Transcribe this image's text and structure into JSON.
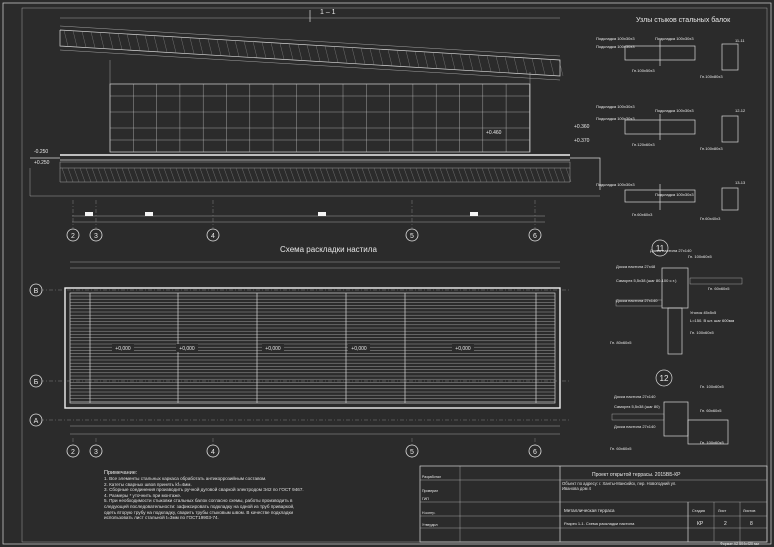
{
  "section_top": {
    "cut_label": "1 – 1",
    "levels": [
      "-0.250",
      "+0.360",
      "+0.460",
      "+0.370",
      "+0.250"
    ]
  },
  "axes_top": [
    "2",
    "3",
    "4",
    "5",
    "6"
  ],
  "layout_title": "Схема раскладки настила",
  "axes_bottom": [
    "2",
    "3",
    "4",
    "5",
    "6"
  ],
  "rows": [
    "В",
    "Б",
    "А"
  ],
  "panel_labels": [
    "+0,000",
    "+0,000",
    "+0,000",
    "+0,000",
    "+0,000"
  ],
  "nodes_title": "Узлы стыков стальных балок",
  "nodes": [
    {
      "id": "11-11",
      "left": [
        "Подкладка 100х30х3",
        "Подкладка 100х30х3"
      ],
      "right": [
        "Подкладка 100х30х3"
      ],
      "bottom": "Гн.100х50х3",
      "side": "Гн.100х80х3"
    },
    {
      "id": "12-12",
      "left": [
        "Подкладка 100х30х3",
        "Подкладка 100х30х3"
      ],
      "right": [
        "Подкладка 100х30х3"
      ],
      "bottom": "Гн.120х60х3",
      "side": "Гн.100х80х3"
    },
    {
      "id": "13-13",
      "left": [
        "Подкладка 100х30х3"
      ],
      "right": [
        "Подкладка 100х30х3"
      ],
      "bottom": "Гн.60х60х3",
      "side": "Гн.60х40х3"
    }
  ],
  "detail_11": {
    "id": "11",
    "labels": [
      "Доска настила 27х140",
      "Гн. 100х60х5",
      "Доска настила 27х48",
      "Саморез 5,5х38 (шаг 80-100 с.т.)",
      "Гн. 60х60х5",
      "Доска настила 27х140",
      "Уголок 45х5х5",
      "L=150. В шт. шаг 600мм",
      "Гн. 100х60х5",
      "Гн. 80х60х5"
    ]
  },
  "detail_12": {
    "id": "12",
    "labels": [
      "Гн. 100х60х5",
      "Доска настила 27х140",
      "Саморез 5,5х38 (шаг 80)",
      "Гн. 60х60х5",
      "Доска настила 27х140",
      "Гн. 100х60х5",
      "Гн. 60х60х5"
    ]
  },
  "notes": {
    "heading": "Примечание:",
    "items": [
      "1. Все элементы стальных каркаса обработать антикоррозийным составом.",
      "2. Катеты сварных швов принять kf=4мм.",
      "3. Сборные соединения производить ручной дуговой сваркой электродом Э42 по ГОСТ 9467.",
      "4. Размеры * уточнить при монтаже.",
      "5. При необходимости стыковки стальных балок согласно схемы, работы производить в следующей последовательности: зафиксировать подкладку на одной из труб приваркой, одеть вторую трубу на подкладку, сварить трубы стыковым швом. В качестве подкладки использовать лист стальной t=3мм по ГОСТ19903-74."
    ]
  },
  "title_block": {
    "project": "Проект открытой террасы. 2015ВБ-КР",
    "object": "Объект по адресу: г. Ханты-Мансийск, пер. Новогодний ул. Иванова дом 4",
    "sheet_name": "Металлическая терраса",
    "drawing_name": "Разрез 1-1. Схема раскладки настила",
    "stage_head": "Стадия",
    "sheet_head": "Лист",
    "sheets_head": "Листов",
    "stage": "КР",
    "sheet": "2",
    "sheets": "8",
    "roles": [
      "Разработал",
      "Проверил",
      "ГИП",
      "Н.контр.",
      "Утвердил"
    ],
    "format": "Формат А2 594х420 мм"
  }
}
